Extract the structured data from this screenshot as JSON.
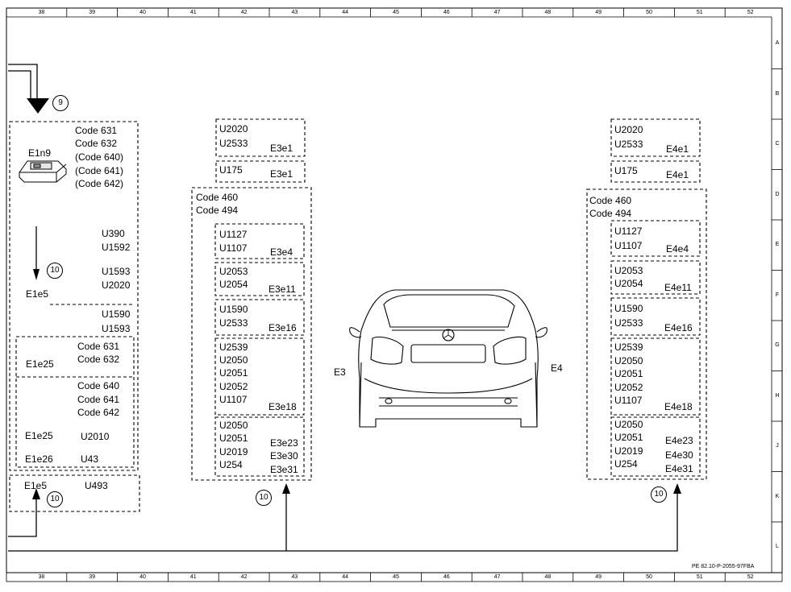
{
  "grid": {
    "columns": [
      "38",
      "39",
      "40",
      "41",
      "42",
      "43",
      "44",
      "45",
      "46",
      "47",
      "48",
      "49",
      "50",
      "51",
      "52"
    ],
    "rows": [
      "A",
      "B",
      "C",
      "D",
      "E",
      "F",
      "G",
      "H",
      "J",
      "K",
      "L"
    ]
  },
  "doc_id": "PE 82.10-P-2055-97FBA",
  "markers": {
    "m9": "9",
    "m10a": "10",
    "m10b": "10",
    "m10c": "10",
    "m10d": "10"
  },
  "vehicle": {
    "left_label": "E3",
    "right_label": "E4"
  },
  "left": {
    "e1n9": {
      "name": "E1n9",
      "codes": [
        "Code 631",
        "Code 632",
        "(Code 640)",
        "(Code 641)",
        "(Code 642)"
      ]
    },
    "e1e5": {
      "name": "E1e5",
      "codes": [
        "U390",
        "U1592",
        "U1593",
        "U2020"
      ]
    },
    "u_mid": [
      "U1590",
      "U1593"
    ],
    "e1e25a": {
      "name": "E1e25",
      "codes": [
        "Code 631",
        "Code 632"
      ]
    },
    "e1e25b": {
      "name": "E1e25",
      "codes": [
        "Code 640",
        "Code 641",
        "Code 642"
      ],
      "value": "U2010"
    },
    "e1e26": {
      "name": "E1e26",
      "value": "U43"
    },
    "e1e5b": {
      "name": "E1e5",
      "value": "U493"
    }
  },
  "e3": {
    "e3e1": {
      "codes": [
        "U2020",
        "U2533"
      ],
      "name": "E3e1"
    },
    "e3e1b": {
      "codes": [
        "U175"
      ],
      "name": "E3e1"
    },
    "group": [
      "Code 460",
      "Code 494"
    ],
    "e3e4": {
      "codes": [
        "U1127",
        "U1107"
      ],
      "name": "E3e4"
    },
    "e3e11": {
      "codes": [
        "U2053",
        "U2054"
      ],
      "name": "E3e11"
    },
    "e3e16": {
      "codes": [
        "U1590",
        "U2533"
      ],
      "name": "E3e16"
    },
    "e3e18": {
      "codes": [
        "U2539",
        "U2050",
        "U2051",
        "U2052",
        "U1107"
      ],
      "name": "E3e18"
    },
    "e3e23": {
      "codes": [
        "U2050",
        "U2051",
        "U2019",
        "U254"
      ],
      "names": [
        "E3e23",
        "E3e30",
        "E3e31"
      ]
    }
  },
  "e4": {
    "e4e1": {
      "codes": [
        "U2020",
        "U2533"
      ],
      "name": "E4e1"
    },
    "e4e1b": {
      "codes": [
        "U175"
      ],
      "name": "E4e1"
    },
    "group": [
      "Code 460",
      "Code 494"
    ],
    "e4e4": {
      "codes": [
        "U1127",
        "U1107"
      ],
      "name": "E4e4"
    },
    "e4e11": {
      "codes": [
        "U2053",
        "U2054"
      ],
      "name": "E4e11"
    },
    "e4e16": {
      "codes": [
        "U1590",
        "U2533"
      ],
      "name": "E4e16"
    },
    "e4e18": {
      "codes": [
        "U2539",
        "U2050",
        "U2051",
        "U2052",
        "U1107"
      ],
      "name": "E4e18"
    },
    "e4e23": {
      "codes": [
        "U2050",
        "U2051",
        "U2019",
        "U254"
      ],
      "names": [
        "E4e23",
        "E4e30",
        "E4e31"
      ]
    }
  }
}
